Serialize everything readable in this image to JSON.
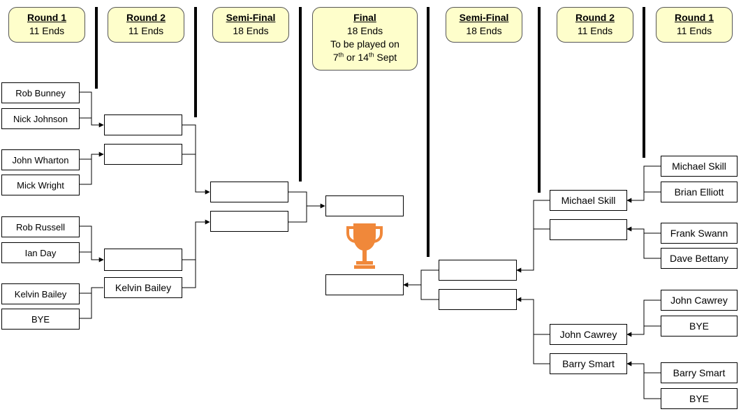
{
  "headers": {
    "left_r1": {
      "title": "Round 1",
      "sub": "11 Ends"
    },
    "left_r2": {
      "title": "Round 2",
      "sub": "11 Ends"
    },
    "left_sf": {
      "title": "Semi-Final",
      "sub": "18 Ends"
    },
    "final": {
      "title": "Final",
      "sub": "18 Ends",
      "note_line1": "To be played on",
      "note_a": "7",
      "note_a_sup": "th",
      "note_mid": " or 14",
      "note_b_sup": "th",
      "note_end": " Sept"
    },
    "right_sf": {
      "title": "Semi-Final",
      "sub": "18 Ends"
    },
    "right_r2": {
      "title": "Round 2",
      "sub": "11 Ends"
    },
    "right_r1": {
      "title": "Round 1",
      "sub": "11 Ends"
    }
  },
  "left_round1": [
    "Rob Bunney",
    "Nick Johnson",
    "John Wharton",
    "Mick Wright",
    "Rob Russell",
    "Ian Day",
    "Kelvin Bailey",
    "BYE"
  ],
  "left_round2": [
    "",
    "",
    "",
    "Kelvin Bailey"
  ],
  "left_semi": [
    "",
    ""
  ],
  "final": [
    "",
    ""
  ],
  "right_semi": [
    "",
    ""
  ],
  "right_round2": [
    "Michael Skill",
    "",
    "John Cawrey",
    "Barry Smart"
  ],
  "right_round1": [
    "Michael Skill",
    "Brian Elliott",
    "Frank Swann",
    "Dave Bettany",
    "John Cawrey",
    "BYE",
    "Barry Smart",
    "BYE"
  ],
  "colors": {
    "header_fill": "#fefecb",
    "trophy": "#f0883a"
  },
  "icons": {
    "trophy": "trophy-icon"
  }
}
